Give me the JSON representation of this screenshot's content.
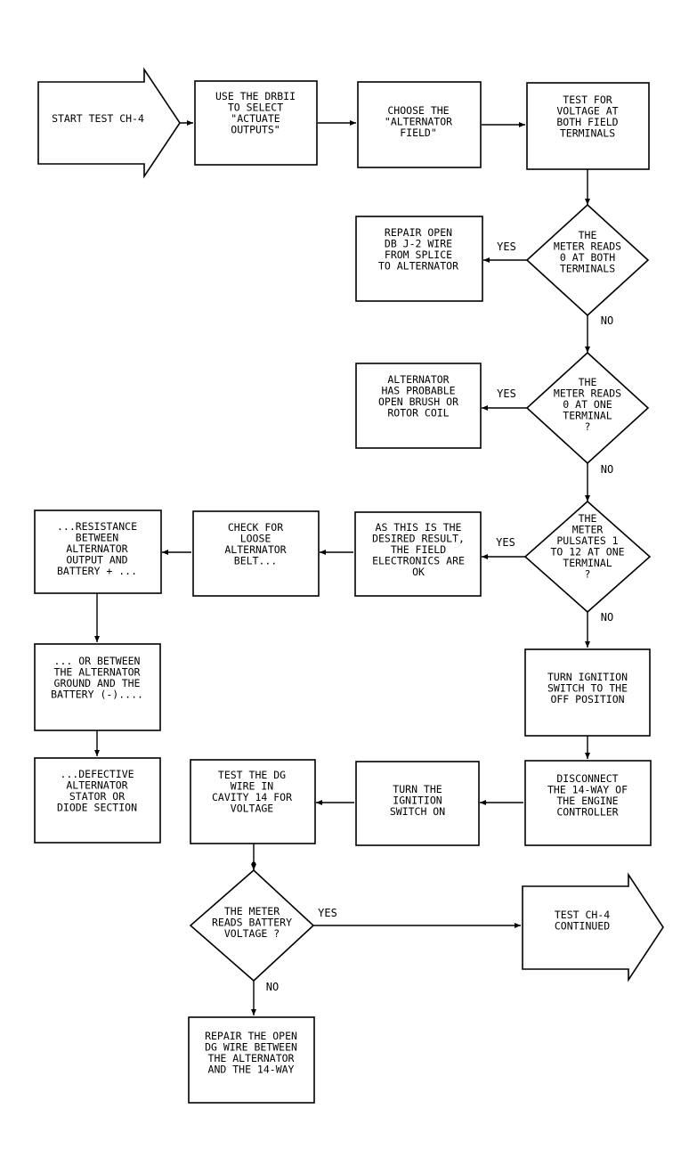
{
  "nodes": {
    "start": [
      "START TEST CH-4"
    ],
    "use_drbii": [
      "USE THE DRBII",
      "TO SELECT",
      "\"ACTUATE",
      "OUTPUTS\""
    ],
    "choose_field": [
      "CHOOSE THE",
      "\"ALTERNATOR",
      "FIELD\""
    ],
    "test_voltage": [
      "TEST FOR",
      "VOLTAGE AT",
      "BOTH FIELD",
      "TERMINALS"
    ],
    "q_zero_both": [
      "THE",
      "METER READS",
      "0 AT BOTH",
      "TERMINALS"
    ],
    "repair_db_j2": [
      "REPAIR OPEN",
      "DB J-2 WIRE",
      "FROM SPLICE",
      "TO ALTERNATOR"
    ],
    "q_zero_one": [
      "THE",
      "METER READS",
      "0 AT ONE",
      "TERMINAL",
      "?"
    ],
    "alt_brush": [
      "ALTERNATOR",
      "HAS PROBABLE",
      "OPEN BRUSH OR",
      "ROTOR COIL"
    ],
    "q_pulsates": [
      "THE",
      "METER",
      "PULSATES 1",
      "TO 12 AT ONE",
      "TERMINAL",
      "?"
    ],
    "desired_result": [
      "AS THIS IS THE",
      "DESIRED RESULT,",
      "THE FIELD",
      "ELECTRONICS ARE",
      "OK"
    ],
    "check_belt": [
      "CHECK FOR",
      "LOOSE",
      "ALTERNATOR",
      "BELT..."
    ],
    "resistance": [
      "...RESISTANCE",
      "BETWEEN",
      "ALTERNATOR",
      "OUTPUT AND",
      "BATTERY + ..."
    ],
    "or_between": [
      "... OR BETWEEN",
      "THE ALTERNATOR",
      "GROUND AND THE",
      "BATTERY (-)...."
    ],
    "defective_stator": [
      "...DEFECTIVE",
      "ALTERNATOR",
      "STATOR OR",
      "DIODE SECTION"
    ],
    "turn_ignition_off": [
      "TURN IGNITION",
      "SWITCH TO THE",
      "OFF POSITION"
    ],
    "disconnect_14way": [
      "DISCONNECT",
      "THE 14-WAY OF",
      "THE ENGINE",
      "CONTROLLER"
    ],
    "turn_ignition_on": [
      "TURN THE",
      "IGNITION",
      "SWITCH ON"
    ],
    "test_dg_wire": [
      "TEST THE DG",
      "WIRE IN",
      "CAVITY 14 FOR",
      "VOLTAGE"
    ],
    "q_battery_voltage": [
      "THE METER",
      "READS BATTERY",
      "VOLTAGE ?"
    ],
    "continued": [
      "TEST CH-4",
      "CONTINUED"
    ],
    "repair_dg": [
      "REPAIR THE OPEN",
      "DG WIRE BETWEEN",
      "THE ALTERNATOR",
      "AND THE 14-WAY"
    ]
  },
  "labels": {
    "yes": "YES",
    "no": "NO"
  }
}
